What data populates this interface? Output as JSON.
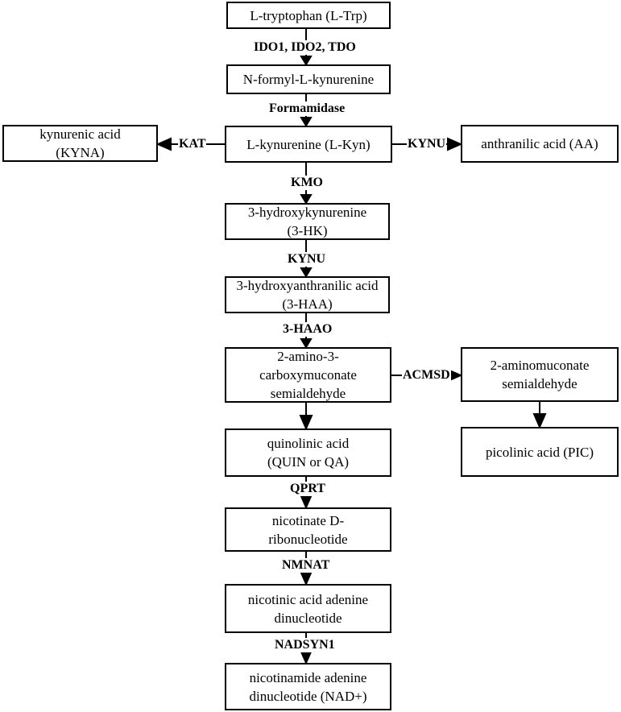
{
  "nodes": {
    "trp": "L-tryptophan (L-Trp)",
    "nfk": "N-formyl-L-kynurenine",
    "kyn": "L-kynurenine (L-Kyn)",
    "kyna": "kynurenic acid (KYNA)",
    "aa": "anthranilic acid (AA)",
    "hk": "3-hydroxykynurenine (3-HK)",
    "haa": "3-hydroxyanthranilic acid (3-HAA)",
    "acms": "2-amino-3-carboxymuconate semialdehyde",
    "ams": "2-aminomuconate semialdehyde",
    "quin": "quinolinic acid (QUIN or QA)",
    "pic": "picolinic acid (PIC)",
    "namn": "nicotinate D-ribonucleotide",
    "naad": "nicotinic acid adenine dinucleotide",
    "nad": "nicotinamide adenine dinucleotide (NAD+)"
  },
  "enzymes": {
    "ido": "IDO1, IDO2, TDO",
    "formamidase": "Formamidase",
    "kat": "KAT",
    "kynu_aa": "KYNU",
    "kmo": "KMO",
    "kynu_hk": "KYNU",
    "haao": "3-HAAO",
    "acmsd": "ACMSD",
    "qprt": "QPRT",
    "nmnat": "NMNAT",
    "nadsyn": "NADSYN1"
  }
}
